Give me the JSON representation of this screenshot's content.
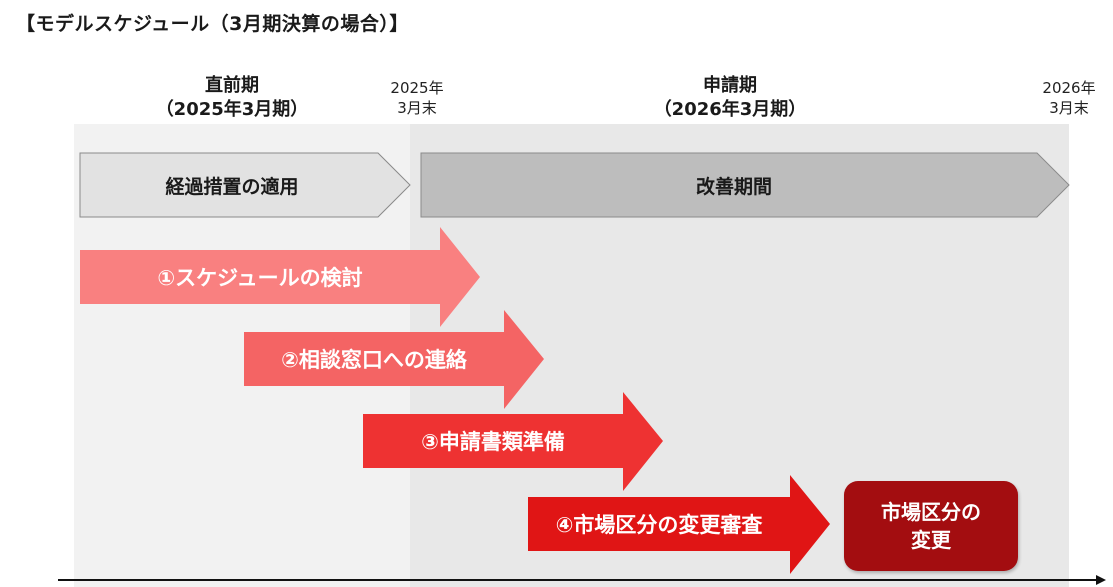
{
  "title": "【モデルスケジュール（3月期決算の場合）】",
  "periods": [
    {
      "name": "直前期",
      "sub": "（2025年3月期）"
    },
    {
      "name": "申請期",
      "sub": "（2026年3月期）"
    }
  ],
  "dates": [
    {
      "year": "2025年",
      "month": "3月末"
    },
    {
      "year": "2026年",
      "month": "3月末"
    }
  ],
  "phases": {
    "transition": "経過措置の適用",
    "improvement": "改善期間"
  },
  "steps": [
    {
      "label": "①スケジュールの検討",
      "color": "#f98080"
    },
    {
      "label": "②相談窓口への連絡",
      "color": "#f46464"
    },
    {
      "label": "③申請書類準備",
      "color": "#ee3232"
    },
    {
      "label": "④市場区分の変更審査",
      "color": "#e01515"
    }
  ],
  "result": {
    "line1": "市場区分の",
    "line2": "変更",
    "color": "#a30d10"
  }
}
